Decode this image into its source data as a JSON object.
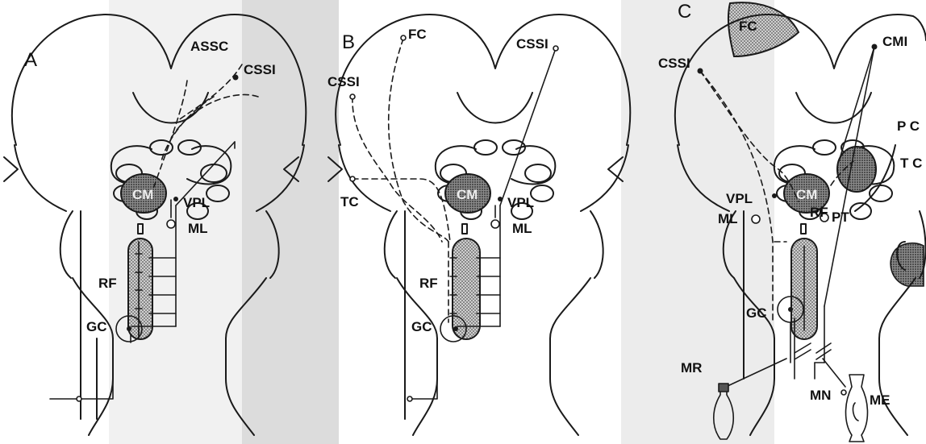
{
  "colors": {
    "ink": "#1a1a1a",
    "stipple": "#9a9a9a",
    "dense": "#4a4a4a",
    "bg_left": "#f1f1f1",
    "bg_mid": "#dcdcdc",
    "bg_right": "#ececec"
  },
  "panels": {
    "a": {
      "letter": "A",
      "labels": {
        "assc": "ASSC",
        "cssi": "CSSI",
        "cm": "CM",
        "vpl": "VPL",
        "ml": "ML",
        "rf": "RF",
        "gc": "GC"
      }
    },
    "b": {
      "letter": "B",
      "labels": {
        "fc": "FC",
        "cssi_right": "CSSI",
        "cssi_left": "CSSI",
        "cm": "CM",
        "vpl": "VPL",
        "tc": "TC",
        "ml": "ML",
        "rf": "RF",
        "gc": "GC"
      }
    },
    "c": {
      "letter": "C",
      "labels": {
        "fc": "FC",
        "cmi": "CMI",
        "cssi": "CSSI",
        "pc": "P C",
        "tc": "T C",
        "vpl": "VPL",
        "cm": "CM",
        "ml": "ML",
        "rf": "RF",
        "pt": "PT",
        "gc": "GC",
        "mr": "MR",
        "mn": "MN",
        "me": "ME"
      }
    }
  }
}
